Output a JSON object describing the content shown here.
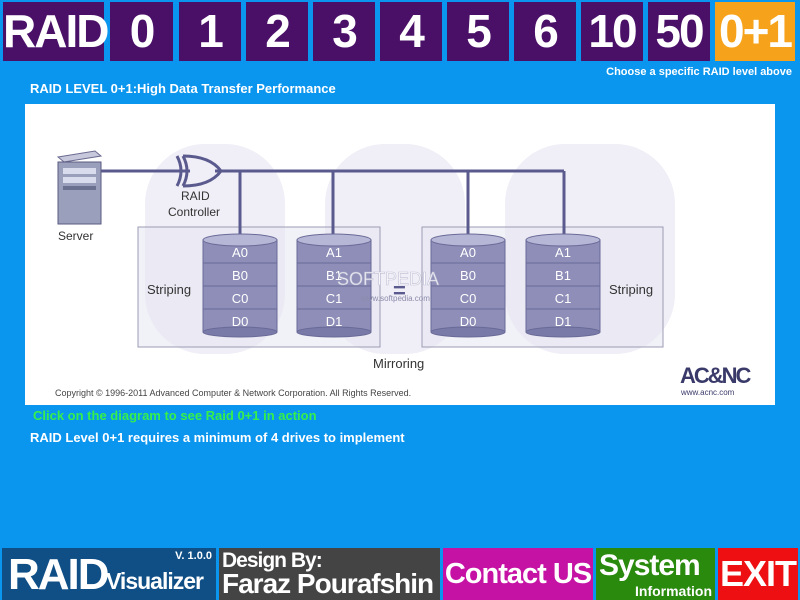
{
  "tabs": [
    "RAID",
    "0",
    "1",
    "2",
    "3",
    "4",
    "5",
    "6",
    "10",
    "50",
    "0+1"
  ],
  "active_tab": "0+1",
  "hint": "Choose a specific RAID level above",
  "page_title": "RAID LEVEL 0+1:High Data Transfer Performance",
  "diagram": {
    "server_label": "Server",
    "controller_line1": "RAID",
    "controller_line2": "Controller",
    "left_group_label": "Striping",
    "right_group_label": "Striping",
    "mirroring_label": "Mirroring",
    "equals": "=",
    "disk1": [
      "A0",
      "B0",
      "C0",
      "D0"
    ],
    "disk2": [
      "A1",
      "B1",
      "C1",
      "D1"
    ],
    "disk3": [
      "A0",
      "B0",
      "C0",
      "D0"
    ],
    "disk4": [
      "A1",
      "B1",
      "C1",
      "D1"
    ],
    "copyright": "Copyright © 1996-2011 Advanced Computer & Network Corporation. All Rights Reserved.",
    "logo_text": "AC&NC",
    "logo_url": "www.acnc.com",
    "watermark": "SOFTPEDIA",
    "watermark_url": "www.softpedia.com"
  },
  "click_hint": "Click on the diagram to see Raid 0+1 in action",
  "requirement": "RAID Level 0+1 requires a minimum of 4 drives to implement",
  "footer": {
    "app_raid": "RAID",
    "app_visualizer": "Visualizer",
    "version": "V. 1.0.0",
    "design_by": "Design By:",
    "author": "Faraz Pourafshin",
    "contact": "Contact US",
    "system": "System",
    "information": "Information",
    "exit": "EXIT"
  },
  "colors": {
    "background": "#0a95ee",
    "tab": "#4a1068",
    "tab_active": "#f6a31b",
    "click_hint": "#35f04a",
    "contact": "#c611a5",
    "system": "#2a8a0e",
    "exit": "#ee0f12"
  }
}
